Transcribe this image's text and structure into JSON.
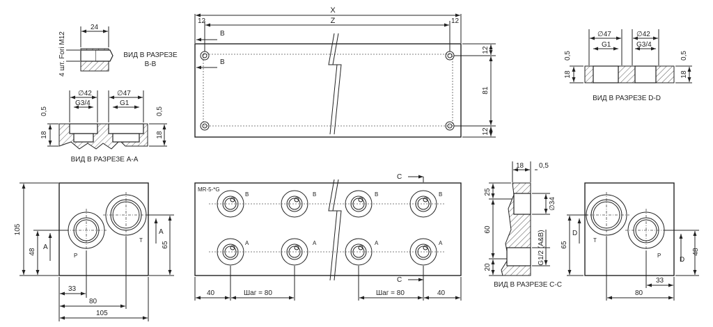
{
  "drawing": {
    "top_view": {
      "dim_total": "X",
      "dim_inner": "Z",
      "dim_left_edge": "12",
      "dim_right_edge": "12",
      "section_mark_upper": "B",
      "section_mark_lower": "B",
      "dim_right_top": "12",
      "dim_right_mid": "81",
      "dim_right_bottom": "12"
    },
    "section_bb": {
      "dim_width": "24",
      "thread_label": "4 шт. Fori M12",
      "title_line1": "ВИД В РАЗРЕЗЕ",
      "title_line2": "B-B"
    },
    "section_aa": {
      "dia_left": "∅42",
      "dia_right": "∅47",
      "thread_left": "G3/4",
      "thread_right": "G1",
      "dim_top_left": "0,5",
      "dim_top_right": "0,5",
      "dim_depth_left": "18",
      "dim_depth_right": "18",
      "title": "ВИД В РАЗРЕЗЕ A-A"
    },
    "section_dd": {
      "dia_left": "∅47",
      "dia_right": "∅42",
      "thread_left": "G1",
      "thread_right": "G3/4",
      "dim_top_left": "0,5",
      "dim_top_right": "0,5",
      "dim_depth_left": "18",
      "dim_depth_right": "18",
      "title": "ВИД В РАЗРЕЗЕ D-D"
    },
    "left_view": {
      "dim_height": "105",
      "dim_48": "48",
      "dim_65": "65",
      "mark_a_left": "A",
      "mark_a_right": "A",
      "port_p": "P",
      "port_t": "T",
      "dim_33": "33",
      "dim_80": "80",
      "dim_105": "105"
    },
    "front_view": {
      "model": "MR-5-*G",
      "port_b": "B",
      "port_a": "A",
      "section_c_top": "C",
      "section_c_bottom": "C",
      "dim_40_left": "40",
      "pitch_left": "Шаг = 80",
      "pitch_right": "Шаг = 80",
      "dim_40_right": "40"
    },
    "section_cc": {
      "dim_18": "18",
      "dim_05": "0,5",
      "dim_25": "25",
      "dim_60": "60",
      "dim_20": "20",
      "dia_34": "∅34",
      "thread": "G1/2 (A&B)",
      "title": "ВИД В РАЗРЕЗЕ C-C"
    },
    "right_view": {
      "dim_65": "65",
      "dim_48": "48",
      "mark_d_left": "D",
      "mark_d_right": "D",
      "port_t": "T",
      "port_p": "P",
      "dim_33": "33",
      "dim_80": "80"
    }
  }
}
